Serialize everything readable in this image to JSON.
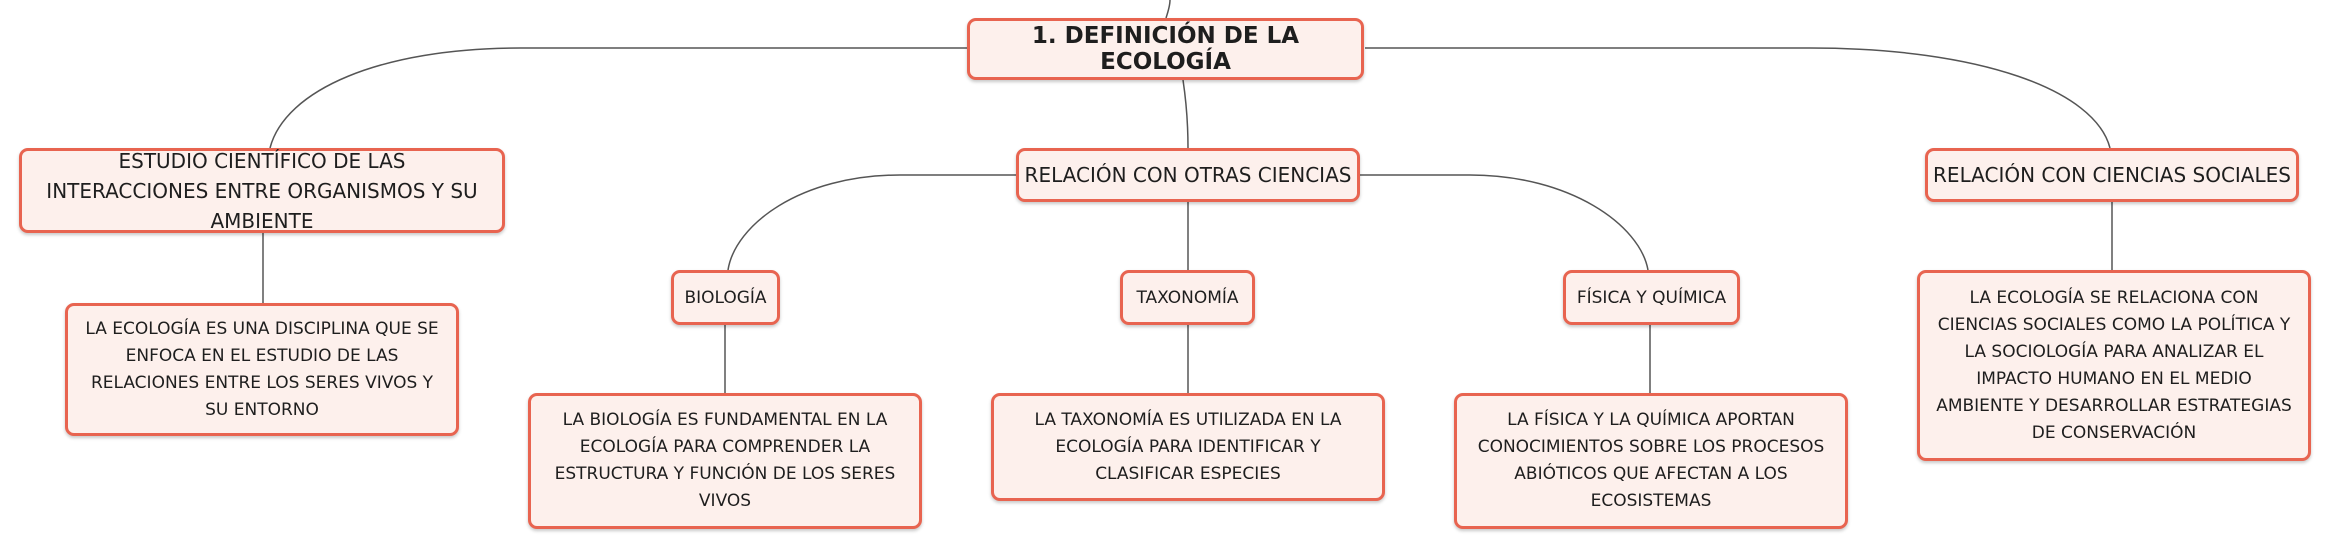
{
  "colors": {
    "node_border": "#e86450",
    "node_fill": "#fdf0ec",
    "connector": "#555555"
  },
  "root": {
    "title": "1. DEFINICIÓN DE LA ECOLOGÍA"
  },
  "branches": {
    "estudio": {
      "label": "ESTUDIO CIENTÍFICO DE LAS INTERACCIONES ENTRE ORGANISMOS Y SU AMBIENTE",
      "detail": "LA ECOLOGÍA ES UNA DISCIPLINA QUE SE ENFOCA EN EL ESTUDIO DE LAS RELACIONES ENTRE LOS SERES VIVOS Y SU ENTORNO"
    },
    "ciencias": {
      "label": "RELACIÓN CON OTRAS CIENCIAS",
      "biologia": {
        "label": "BIOLOGÍA",
        "detail": "LA BIOLOGÍA ES FUNDAMENTAL EN LA ECOLOGÍA PARA COMPRENDER LA ESTRUCTURA Y FUNCIÓN DE LOS SERES VIVOS"
      },
      "taxonomia": {
        "label": "TAXONOMÍA",
        "detail": "LA TAXONOMÍA ES UTILIZADA EN LA ECOLOGÍA PARA IDENTIFICAR Y CLASIFICAR ESPECIES"
      },
      "fisica": {
        "label": "FÍSICA Y QUÍMICA",
        "detail": "LA FÍSICA Y LA QUÍMICA APORTAN CONOCIMIENTOS SOBRE LOS PROCESOS ABIÓTICOS QUE AFECTAN A LOS ECOSISTEMAS"
      }
    },
    "sociales": {
      "label": "RELACIÓN CON CIENCIAS SOCIALES",
      "detail": "LA ECOLOGÍA SE RELACIONA CON CIENCIAS SOCIALES COMO LA POLÍTICA Y LA SOCIOLOGÍA PARA ANALIZAR EL IMPACTO HUMANO EN EL MEDIO AMBIENTE Y DESARROLLAR ESTRATEGIAS DE CONSERVACIÓN"
    }
  }
}
